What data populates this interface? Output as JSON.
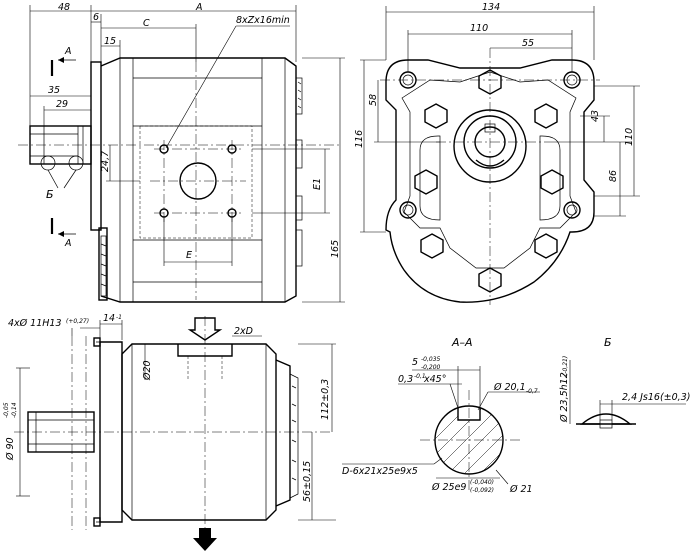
{
  "front_view": {
    "dim_48": "48",
    "dim_6": "6",
    "dim_c": "C",
    "dim_a": "A",
    "dim_15": "15",
    "holes": "8xZx16min",
    "section_a": "A",
    "dim_35": "35",
    "dim_29": "29",
    "dim_247": "24,7",
    "dim_e1": "E1",
    "dim_e": "E",
    "dim_165": "165",
    "callout_b": "Б"
  },
  "side_view": {
    "dim_134": "134",
    "dim_110": "110",
    "dim_55": "55",
    "dim_58": "58",
    "dim_116": "116",
    "dim_43": "43",
    "dim_110v": "110",
    "dim_86": "86"
  },
  "bottom_view": {
    "holes": "4xØ 11H13",
    "holes_tol": "(+0,27)",
    "dim_14": "14",
    "dim_14_tol": "-1",
    "dim_2xd": "2xD",
    "dim_d20": "Ø20",
    "dim_d90": "Ø 90",
    "dim_d90_tol_top": "-0,05",
    "dim_d90_tol_bot": "-0,14",
    "dim_112": "112±0,3",
    "dim_56": "56±0,15"
  },
  "section_aa": {
    "title": "A–A",
    "dim_5": "5",
    "dim_5_tol_top": "-0,035",
    "dim_5_tol_bot": "-0,200",
    "chamfer": "0,3",
    "chamfer_tol": "-0,1",
    "chamfer_angle": "x45°",
    "dim_d201": "Ø 20,1",
    "dim_d201_tol": "-0,7",
    "spline": "D-6x21x25e9x5",
    "dim_d25": "Ø 25e9",
    "dim_d25_tol_top": "(-0,040)",
    "dim_d25_tol_bot": "(-0,092)",
    "dim_d21": "Ø 21"
  },
  "detail_b": {
    "title": "Б",
    "dim_235": "Ø 23,5h12",
    "dim_235_tol": "(-0,21)",
    "dim_24": "2,4 Js16(±0,3)"
  }
}
